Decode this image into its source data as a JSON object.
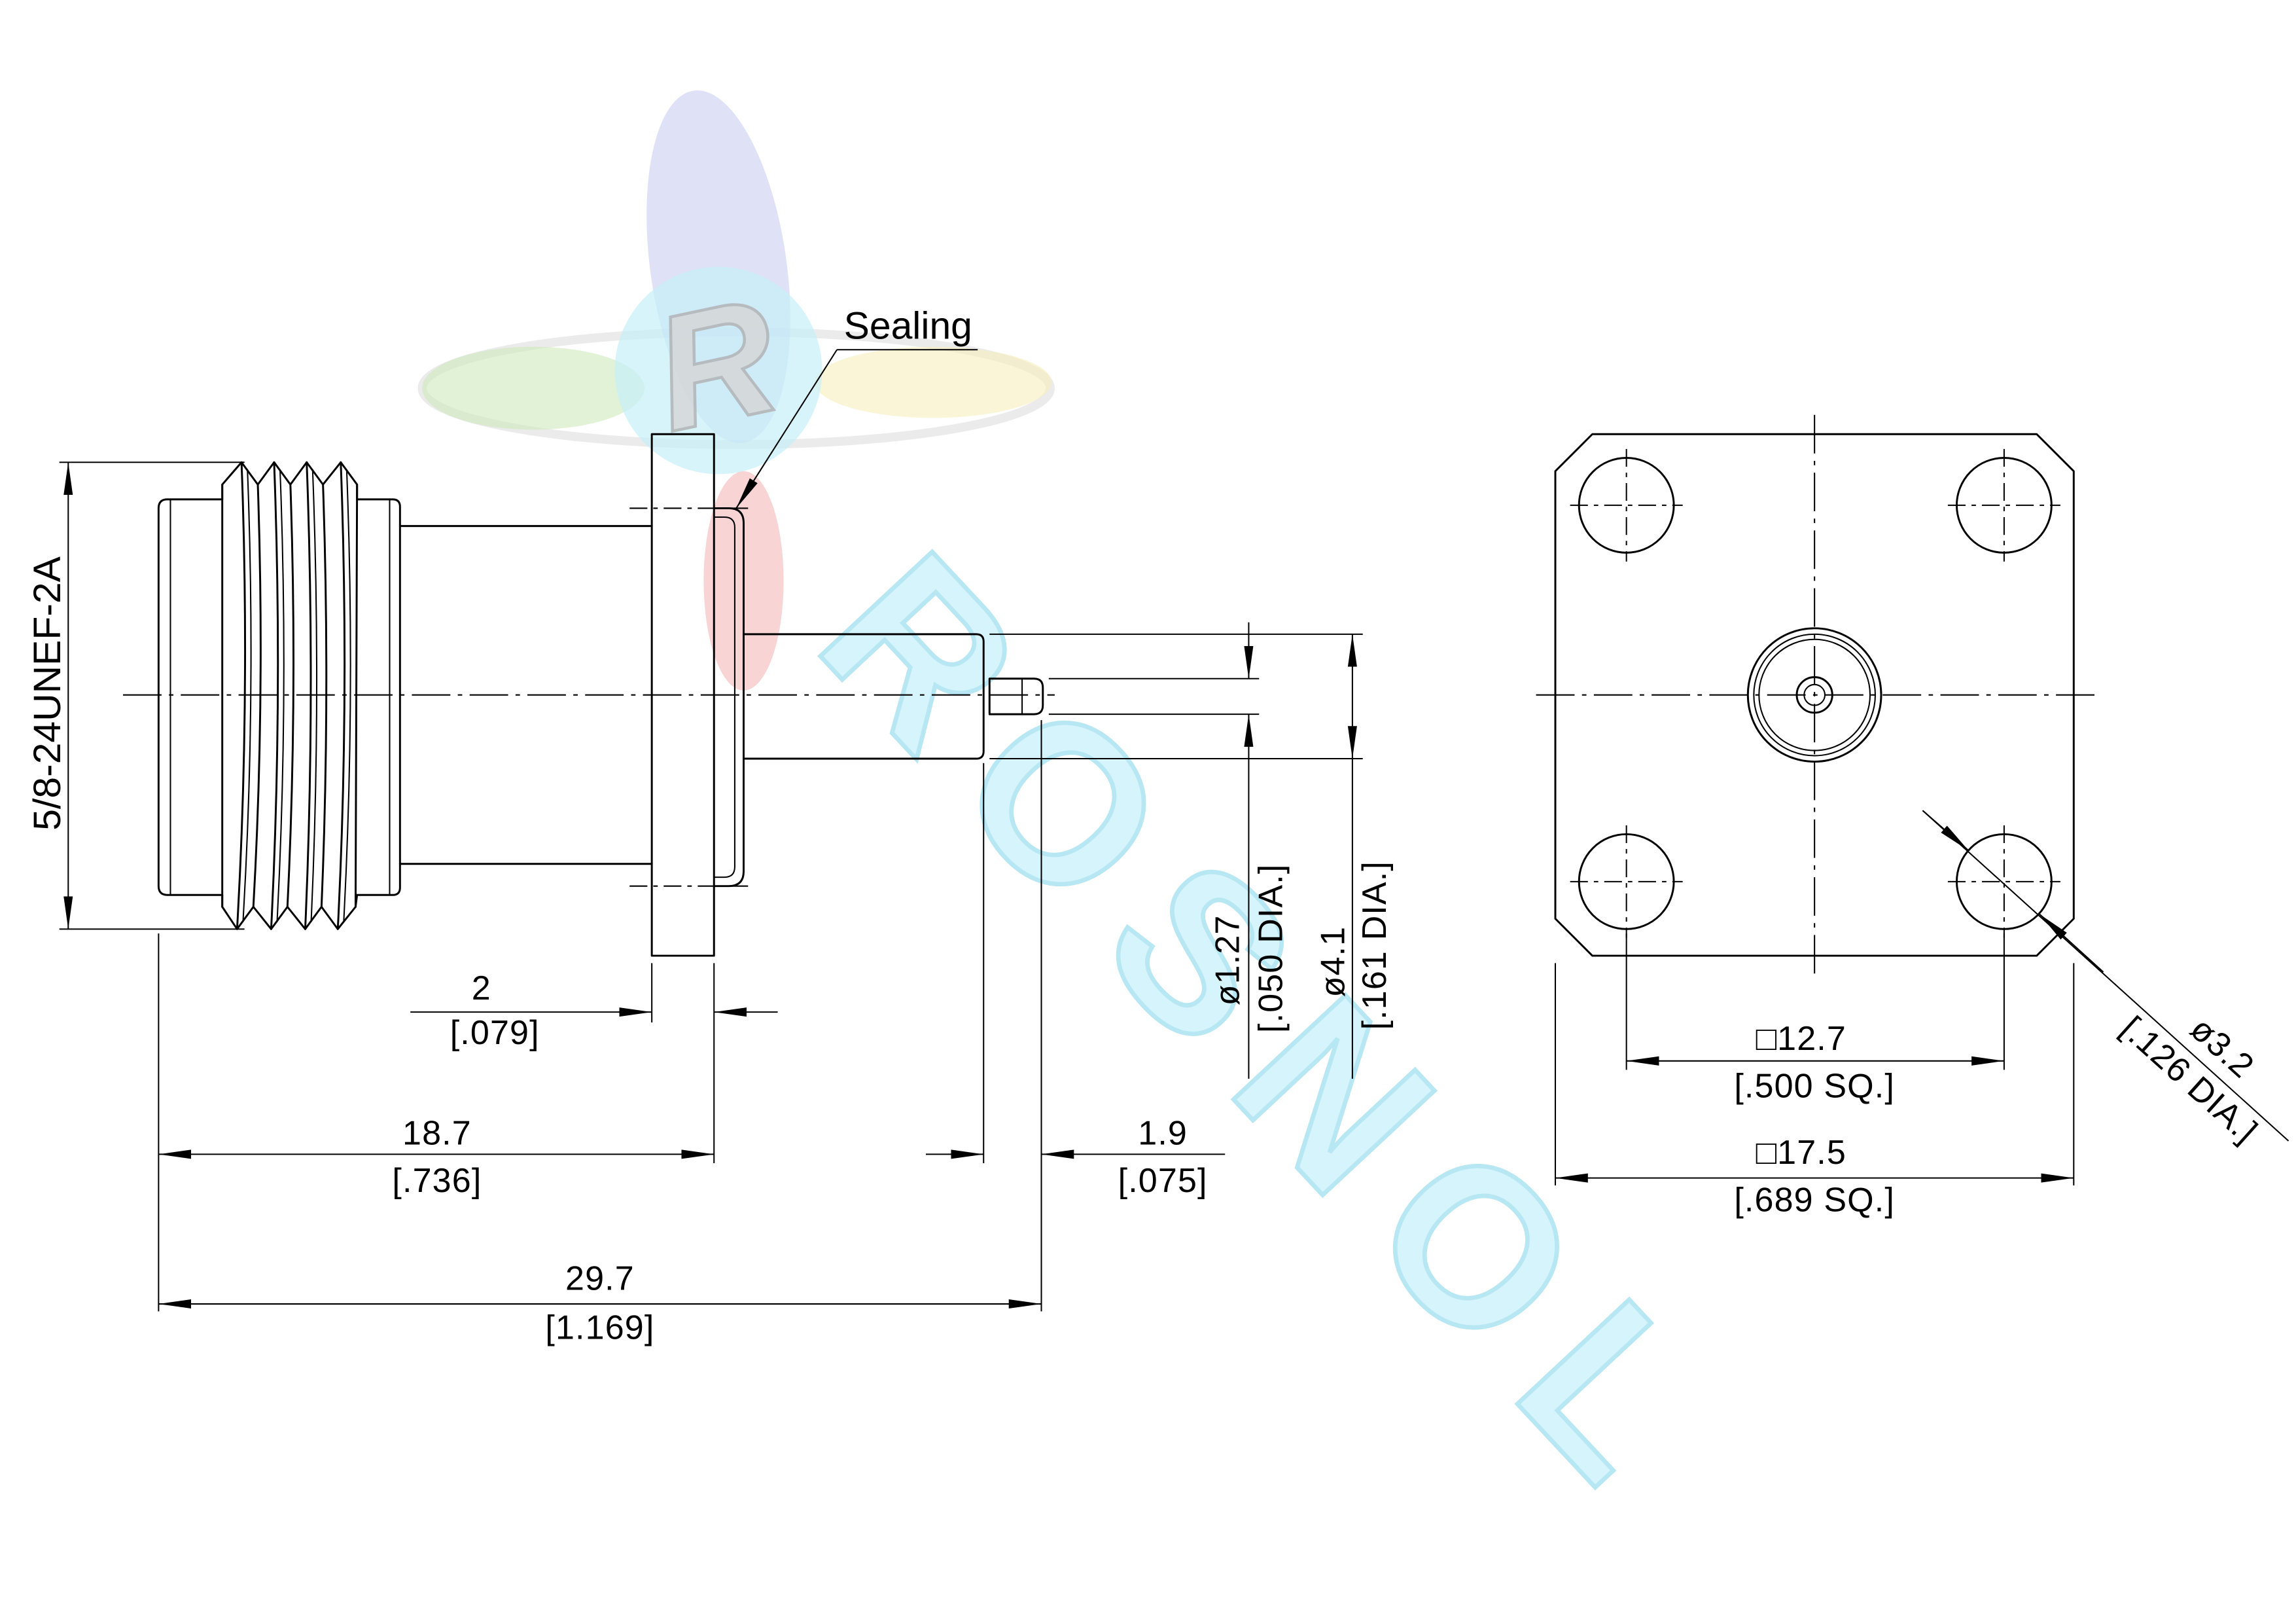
{
  "drawing": {
    "side_view": {
      "sealing_label": "Sealing",
      "thread_spec": "5/8-24UNEF-2A",
      "dimensions": {
        "flange_thickness": {
          "metric": "2",
          "imperial": "[.079]"
        },
        "body_length": {
          "metric": "18.7",
          "imperial": "[.736]"
        },
        "overall_length": {
          "metric": "29.7",
          "imperial": "[1.169]"
        },
        "pin_extension": {
          "metric": "1.9",
          "imperial": "[.075]"
        },
        "pin_diameter": {
          "metric": "ø1.27",
          "imperial": "[.050 DIA.]"
        },
        "insulator_diameter": {
          "metric": "ø4.1",
          "imperial": "[.161 DIA.]"
        }
      }
    },
    "front_view": {
      "dimensions": {
        "hole_spacing": {
          "metric": "□12.7",
          "imperial": "[.500 SQ.]"
        },
        "flange_size": {
          "metric": "□17.5",
          "imperial": "[.689 SQ.]"
        },
        "mounting_hole_diameter": {
          "metric": "ø3.2",
          "imperial": "[.126 DIA.]"
        }
      }
    }
  },
  "watermark": {
    "logo_letter": "R",
    "text": "ROSNOL"
  },
  "colors": {
    "background": "#ffffff",
    "line": "#000000",
    "watermark_fill": "#c9f1fa",
    "watermark_stroke": "#9fdff0",
    "logo_circle": "#c6eff9",
    "logo_letter": "#d6d6d6",
    "logo_blue": "#c5c8ee",
    "logo_red": "#f2b0b0",
    "logo_green": "#cdeabb",
    "logo_yellow": "#f6eebb"
  }
}
